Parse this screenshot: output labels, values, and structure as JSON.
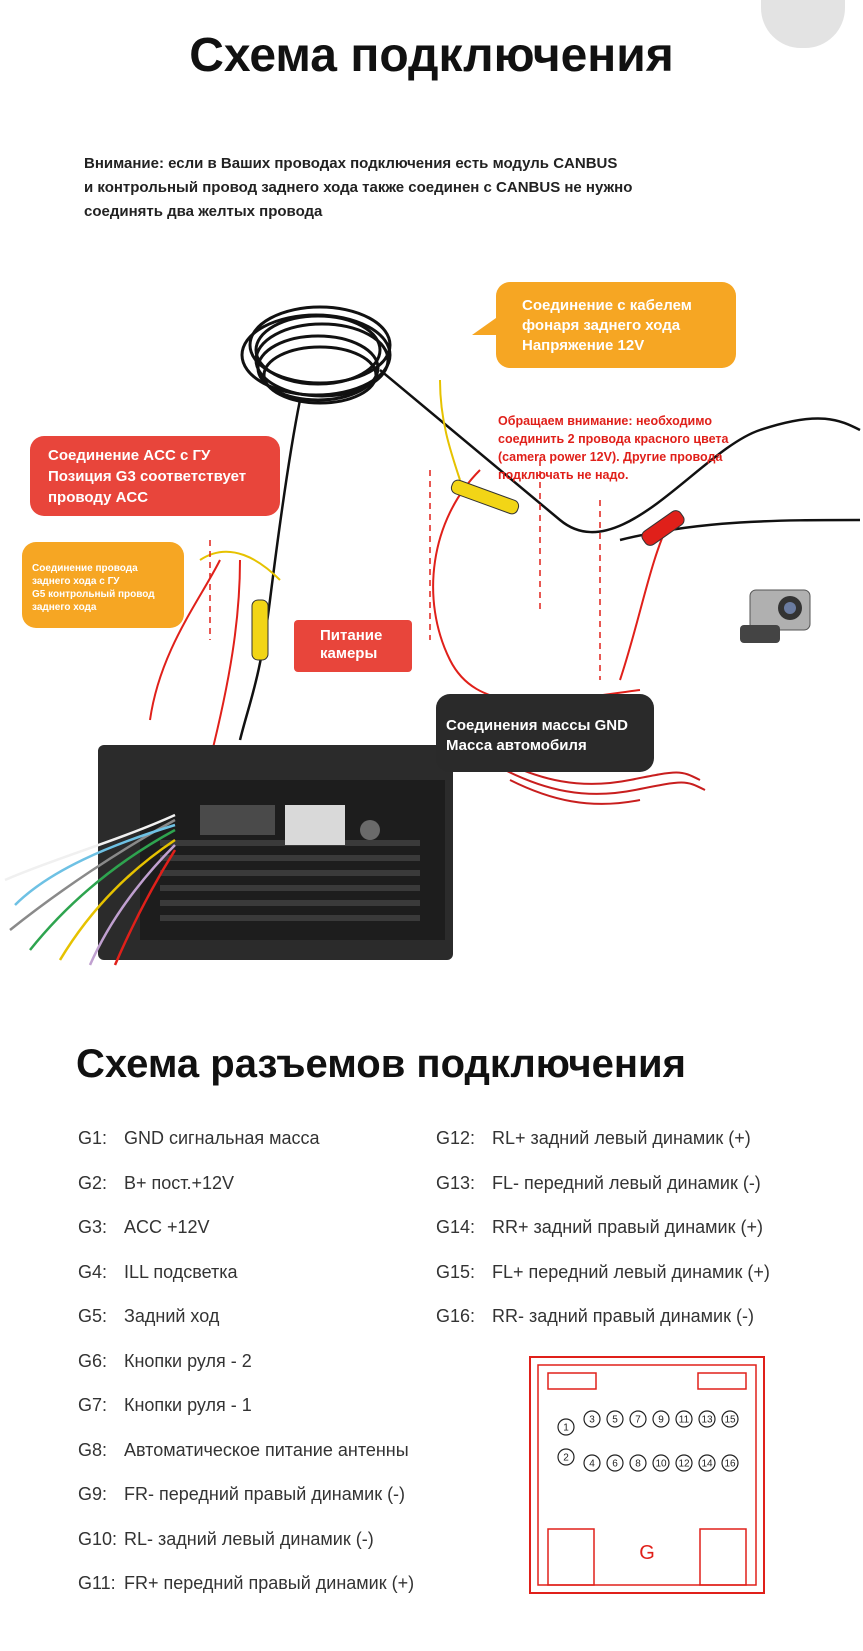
{
  "title": "Схема подключения",
  "note": [
    "Внимание: если в Ваших проводах подключения есть модуль CANBUS",
    "и контрольный провод заднего хода также соединен с CANBUS не нужно",
    "соединять два желтых провода"
  ],
  "callouts": {
    "rear_light": [
      "Соединение с кабелем",
      "фонаря заднего хода",
      "Напряжение 12V"
    ],
    "acc": [
      "Соединение ACC с ГУ",
      "Позиция G3 соответствует",
      "проводу ACC"
    ],
    "reverse": [
      "Соединение провода",
      "заднего хода с ГУ",
      "G5 контрольный провод",
      "заднего хода"
    ],
    "camera_power": [
      "Питание",
      "камеры"
    ],
    "ground": [
      "Соединения массы GND",
      "Масса автомобиля"
    ],
    "warning": [
      "Обращаем внимание:  необходимо",
      "соединить 2 провода красного цвета",
      " (camera power 12V). Другие провода",
      "подключать не надо."
    ]
  },
  "title2": "Схема разъемов подключения",
  "pins_left": [
    {
      "code": "G1:",
      "desc": "GND сигнальная масса"
    },
    {
      "code": "G2:",
      "desc": "B+  пост.+12V"
    },
    {
      "code": "G3:",
      "desc": "ACC  +12V"
    },
    {
      "code": "G4:",
      "desc": "ILL подсветка"
    },
    {
      "code": "G5:",
      "desc": "Задний ход"
    },
    {
      "code": "G6:",
      "desc": "Кнопки руля - 2"
    },
    {
      "code": "G7:",
      "desc": "Кнопки руля - 1"
    },
    {
      "code": "G8:",
      "desc": "Автоматическое питание антенны"
    },
    {
      "code": "G9:",
      "desc": "FR- передний правый динамик (-)"
    },
    {
      "code": "G10:",
      "desc": "RL- задний левый динамик (-)"
    },
    {
      "code": "G11:",
      "desc": "FR+ передний правый динамик (+)"
    }
  ],
  "pins_right": [
    {
      "code": "G12:",
      "desc": "RL+ задний левый динамик (+)"
    },
    {
      "code": "G13:",
      "desc": "FL- передний левый динамик (-)"
    },
    {
      "code": "G14:",
      "desc": "RR+ задний правый динамик (+)"
    },
    {
      "code": "G15:",
      "desc": "FL+ передний левый динамик (+)"
    },
    {
      "code": "G16:",
      "desc": "RR- задний правый динамик (-)"
    }
  ],
  "connector": {
    "label": "G",
    "top_row": [
      "3",
      "5",
      "7",
      "9",
      "11",
      "13",
      "15"
    ],
    "bottom_row": [
      "4",
      "6",
      "8",
      "10",
      "12",
      "14",
      "16"
    ],
    "left_pins": [
      "1",
      "2"
    ],
    "color": "#e0201a"
  },
  "colors": {
    "orange": "#f6a623",
    "red": "#e8453b",
    "dark": "#2a2a2a"
  }
}
